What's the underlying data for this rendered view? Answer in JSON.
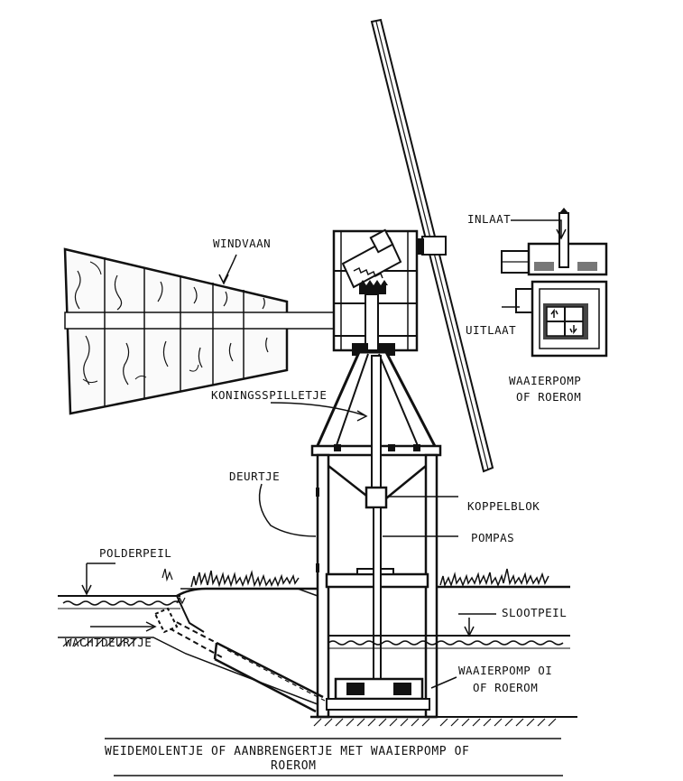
{
  "labels": {
    "windvaan": "WINDVAAN",
    "koningsspilletje": "KONINGSSPILLETJE",
    "deurtje": "DEURTJE",
    "koppelblok": "KOPPELBLOK",
    "pompas": "POMPAS",
    "polderpeil": "POLDERPEIL",
    "slootpeil": "SLOOTPEIL",
    "wachtdeurtje": "WACHTDEURTJE",
    "waaierpomp_bottom_line1": "WAAIERPOMP OI",
    "waaierpomp_bottom_line2": "OF ROEROM",
    "inlaat": "INLAAT",
    "uitlaat": "UITLAAT",
    "waaierpomp_inset_line1": "WAAIERPOMP",
    "waaierpomp_inset_line2": "OF ROEROM"
  },
  "caption": {
    "line1": "WEIDEMOLENTJE OF AANBRENGERTJE MET WAAIERPOMP OF",
    "line2": "ROEROM"
  },
  "colors": {
    "ink": "#111111",
    "paper": "#ffffff"
  }
}
